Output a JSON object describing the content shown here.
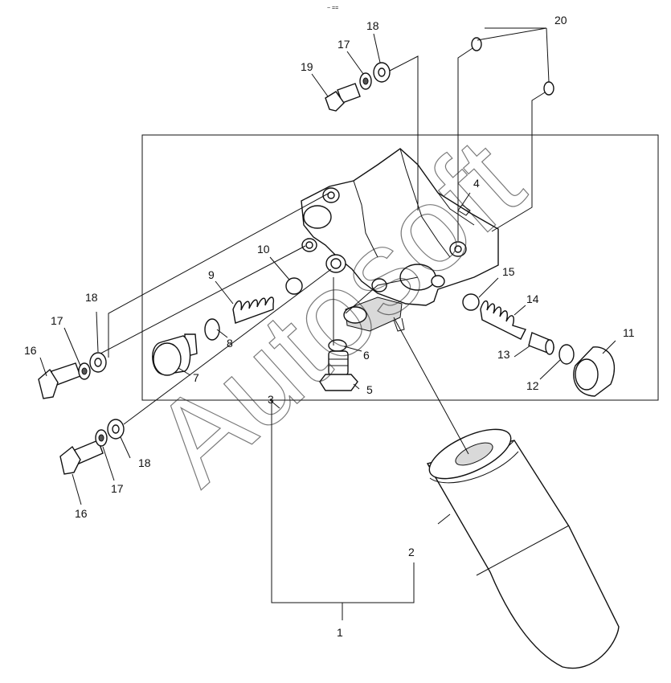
{
  "diagram": {
    "watermark": "Autosoft",
    "top_mark": "~ ==",
    "callouts": [
      {
        "key": "c1",
        "label": "1"
      },
      {
        "key": "c2",
        "label": "2"
      },
      {
        "key": "c3",
        "label": "3"
      },
      {
        "key": "c4",
        "label": "4"
      },
      {
        "key": "c5",
        "label": "5"
      },
      {
        "key": "c6",
        "label": "6"
      },
      {
        "key": "c7",
        "label": "7"
      },
      {
        "key": "c8",
        "label": "8"
      },
      {
        "key": "c9",
        "label": "9"
      },
      {
        "key": "c10",
        "label": "10"
      },
      {
        "key": "c11",
        "label": "11"
      },
      {
        "key": "c12",
        "label": "12"
      },
      {
        "key": "c13",
        "label": "13"
      },
      {
        "key": "c14",
        "label": "14"
      },
      {
        "key": "c15",
        "label": "15"
      },
      {
        "key": "c16a",
        "label": "16"
      },
      {
        "key": "c16b",
        "label": "16"
      },
      {
        "key": "c17a",
        "label": "17"
      },
      {
        "key": "c17b",
        "label": "17"
      },
      {
        "key": "c17c",
        "label": "17"
      },
      {
        "key": "c18a",
        "label": "18"
      },
      {
        "key": "c18b",
        "label": "18"
      },
      {
        "key": "c18c",
        "label": "18"
      },
      {
        "key": "c19",
        "label": "19"
      },
      {
        "key": "c20",
        "label": "20"
      }
    ]
  }
}
